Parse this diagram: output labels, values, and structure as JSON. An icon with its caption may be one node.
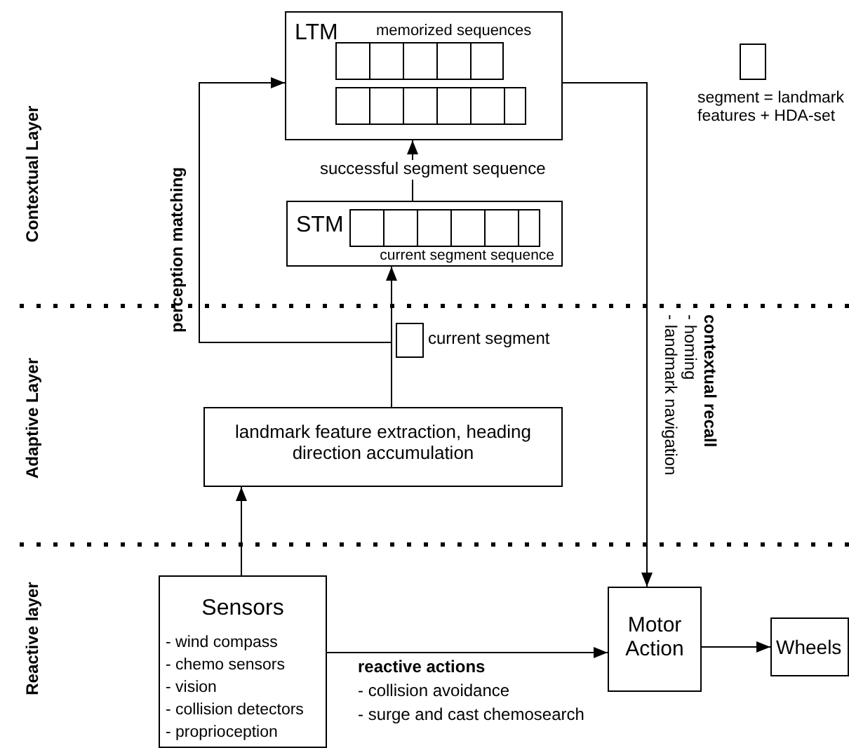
{
  "diagram": {
    "nodes": [
      {
        "text": [
          "LTM",
          "memorized sequences"
        ]
      },
      {
        "text": [
          "STM",
          "current segment sequence"
        ]
      },
      {
        "text": [],
        "shape": "box",
        "beside": [
          "current segment"
        ]
      },
      {
        "text": [
          "landmark feature extraction, heading direction accumulation"
        ]
      },
      {
        "text": [
          "Sensors",
          "- wind compass",
          "- chemo sensors",
          "- vision",
          "- collision detectors",
          "- proprioception"
        ]
      },
      {
        "text": [
          "Motor Action"
        ]
      },
      {
        "text": [
          "Wheels"
        ]
      },
      {
        "text": [],
        "shape": "box",
        "beside": [
          "segment = landmark features + HDA-set"
        ]
      }
    ],
    "edges": [
      {
        "from": 3,
        "to": 1,
        "arrow": "to"
      },
      {
        "from": 1,
        "to": 0,
        "arrow": "to",
        "label": "successful segment sequence"
      },
      {
        "from": 3,
        "to": 0,
        "arrow": "to",
        "label": "perception matching"
      },
      {
        "from": 0,
        "to": 5,
        "arrow": "to",
        "label": "contextual recall"
      },
      {
        "from": 4,
        "to": 3,
        "arrow": "to"
      },
      {
        "from": 4,
        "to": 5,
        "arrow": "to",
        "label": "reactive actions"
      },
      {
        "from": 5,
        "to": 6,
        "arrow": "to"
      }
    ],
    "labels": [
      "Contextual Layer",
      "Adaptive Layer",
      "Reactive layer",
      "- homing",
      "- landmark navigation",
      "- collision avoidance",
      "- surge and cast chemosearch"
    ]
  }
}
